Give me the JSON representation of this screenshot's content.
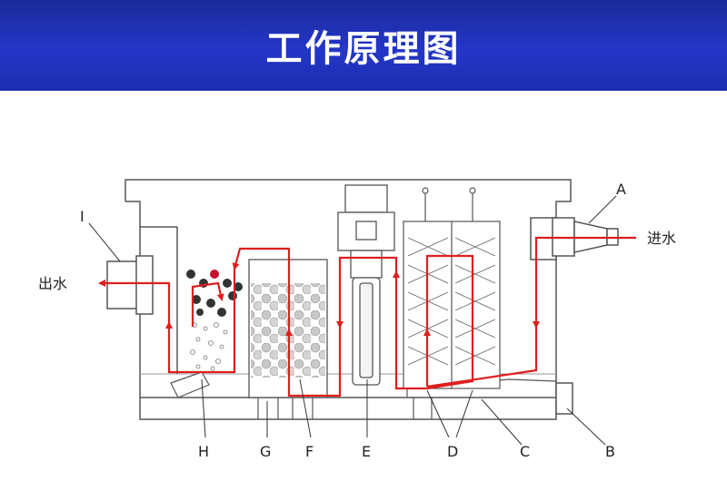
{
  "header": {
    "title": "工作原理图"
  },
  "flow": {
    "inlet": "进水",
    "outlet": "出水"
  },
  "labels": {
    "A": "A",
    "B": "B",
    "C": "C",
    "D": "D",
    "E": "E",
    "F": "F",
    "G": "G",
    "H": "H",
    "I": "I"
  },
  "colors": {
    "header_bg": "#2436c8",
    "flow_arrow": "#e01e1e",
    "outline": "#555555"
  }
}
